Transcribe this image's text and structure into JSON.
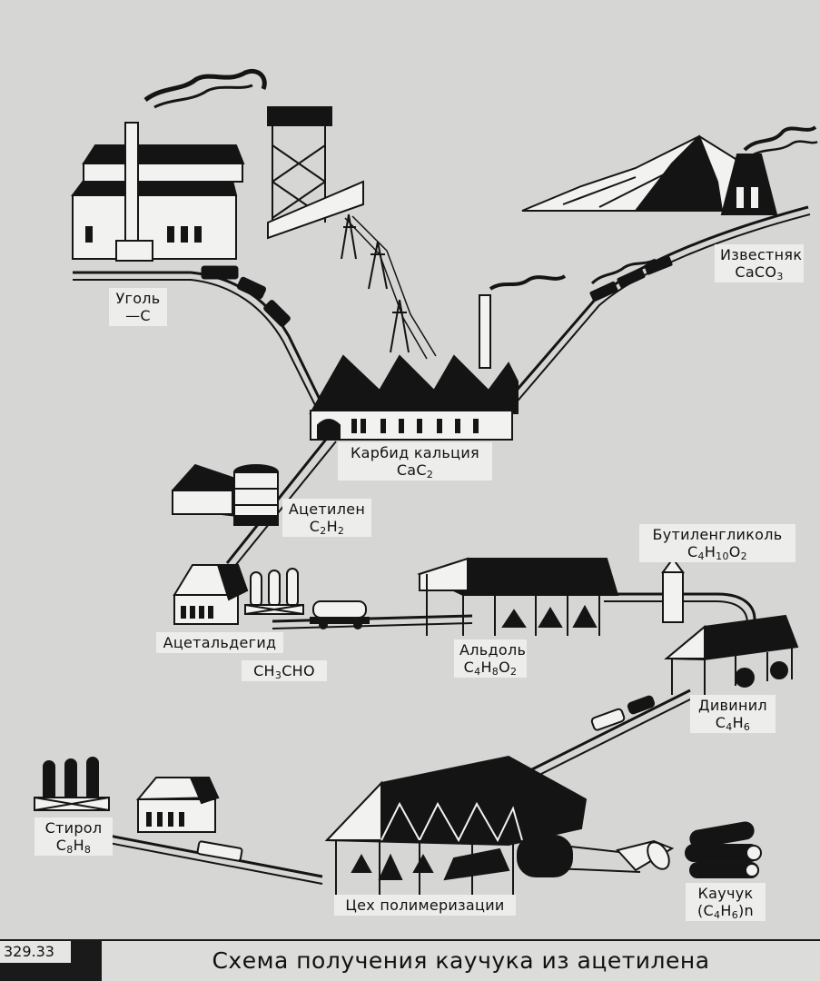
{
  "caption": {
    "plate_number": "329.33",
    "title": "Схема получения каучука из ацетилена"
  },
  "labels": {
    "coal": {
      "line1": "Уголь",
      "line2": "—С"
    },
    "limestone": {
      "line1": "Известняк",
      "formula_parts": [
        "CaCO",
        "3"
      ]
    },
    "calcium_carbide": {
      "line1": "Карбид кальция",
      "formula_parts": [
        "CaC",
        "2"
      ]
    },
    "acetylene": {
      "line1": "Ацетилен",
      "formula_parts": [
        "C",
        "2",
        "H",
        "2"
      ]
    },
    "acetaldehyde": {
      "line1": "Ацетальдегид",
      "formula_parts": [
        "CH",
        "3",
        "CHO"
      ]
    },
    "aldol": {
      "line1": "Альдоль",
      "formula_parts": [
        "C",
        "4",
        "H",
        "8",
        "O",
        "2"
      ]
    },
    "butylene_glycol": {
      "line1": "Бутиленгликоль",
      "formula_parts": [
        "C",
        "4",
        "H",
        "10",
        "O",
        "2"
      ]
    },
    "divinyl": {
      "line1": "Дивинил",
      "formula_parts": [
        "C",
        "4",
        "H",
        "6"
      ]
    },
    "styrene": {
      "line1": "Стирол",
      "formula_parts": [
        "C",
        "8",
        "H",
        "8"
      ]
    },
    "polymerization": {
      "line1": "Цех полимеризации"
    },
    "rubber": {
      "line1": "Каучук",
      "formula_parts": [
        "(C",
        "4",
        "H",
        "6",
        ")n"
      ]
    }
  },
  "colors": {
    "background": "#d6d6d4",
    "ink": "#141414",
    "label_bg": "#ededeb",
    "caption_bar": "#1a1a1a"
  }
}
